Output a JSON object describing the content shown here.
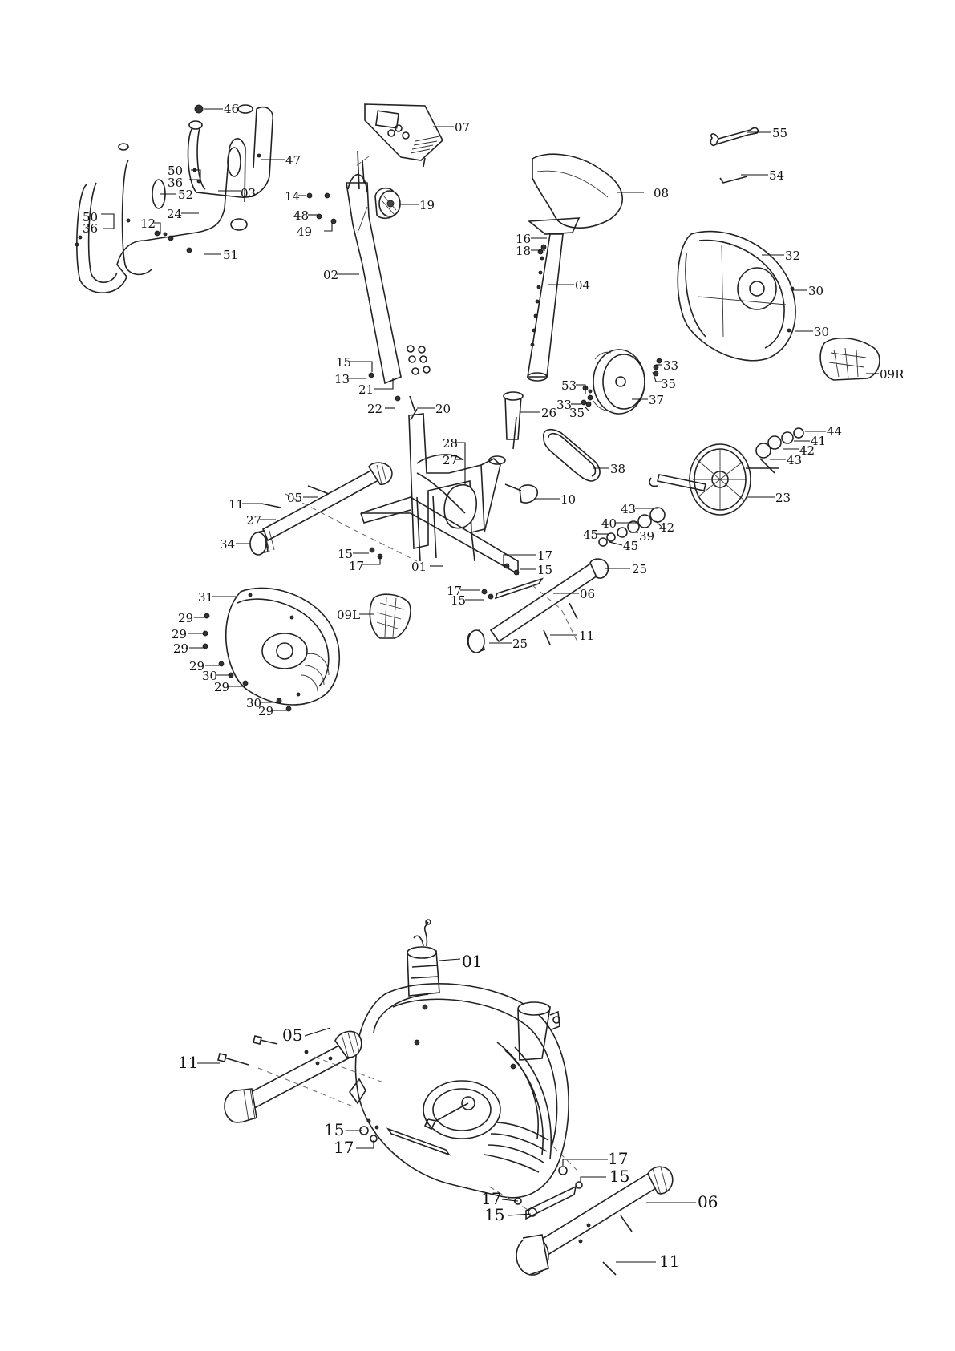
{
  "figure_top": {
    "callouts": [
      "46",
      "47",
      "50",
      "36",
      "03",
      "52",
      "50",
      "36",
      "24",
      "12",
      "51",
      "07",
      "14",
      "19",
      "48",
      "49",
      "02",
      "15",
      "13",
      "21",
      "22",
      "20",
      "08",
      "16",
      "18",
      "04",
      "55",
      "54",
      "32",
      "30",
      "30",
      "09R",
      "33",
      "35",
      "53",
      "33",
      "35",
      "37",
      "26",
      "28",
      "27",
      "38",
      "10",
      "11",
      "05",
      "27",
      "34",
      "15",
      "17",
      "01",
      "17",
      "15",
      "17",
      "15",
      "06",
      "11",
      "25",
      "25",
      "44",
      "41",
      "42",
      "43",
      "23",
      "43",
      "40",
      "42",
      "45",
      "39",
      "45",
      "31",
      "29",
      "29",
      "29",
      "09L",
      "29",
      "30",
      "29",
      "30",
      "29"
    ]
  },
  "figure_bottom": {
    "callouts": [
      "01",
      "05",
      "11",
      "15",
      "17",
      "17",
      "15",
      "17",
      "15",
      "06",
      "11"
    ]
  }
}
